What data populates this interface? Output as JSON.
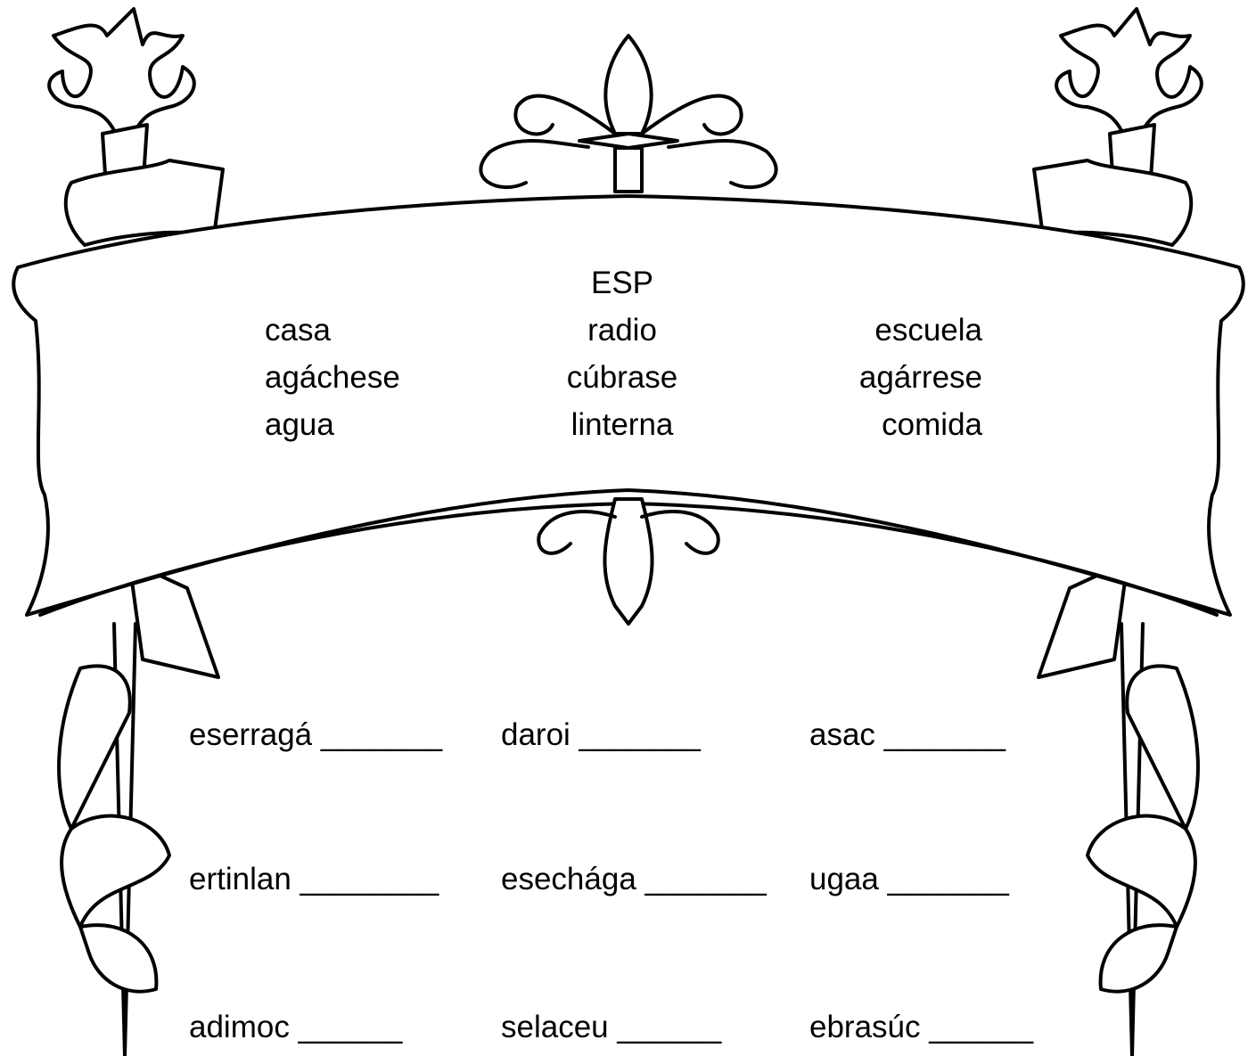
{
  "banner": {
    "title": "ESP",
    "words": [
      [
        "casa",
        "radio",
        "escuela"
      ],
      [
        "agáchese",
        "cúbrase",
        "agárrese"
      ],
      [
        "agua",
        "linterna",
        "comida"
      ]
    ]
  },
  "scrambles": [
    [
      "eserragá _______",
      "daroi _______",
      "asac _______"
    ],
    [
      "ertinlan ________",
      "esechága _______",
      "ugaa _______"
    ],
    [
      "adimoc ______",
      "selaceu ______",
      "ebrasúc ______"
    ]
  ]
}
